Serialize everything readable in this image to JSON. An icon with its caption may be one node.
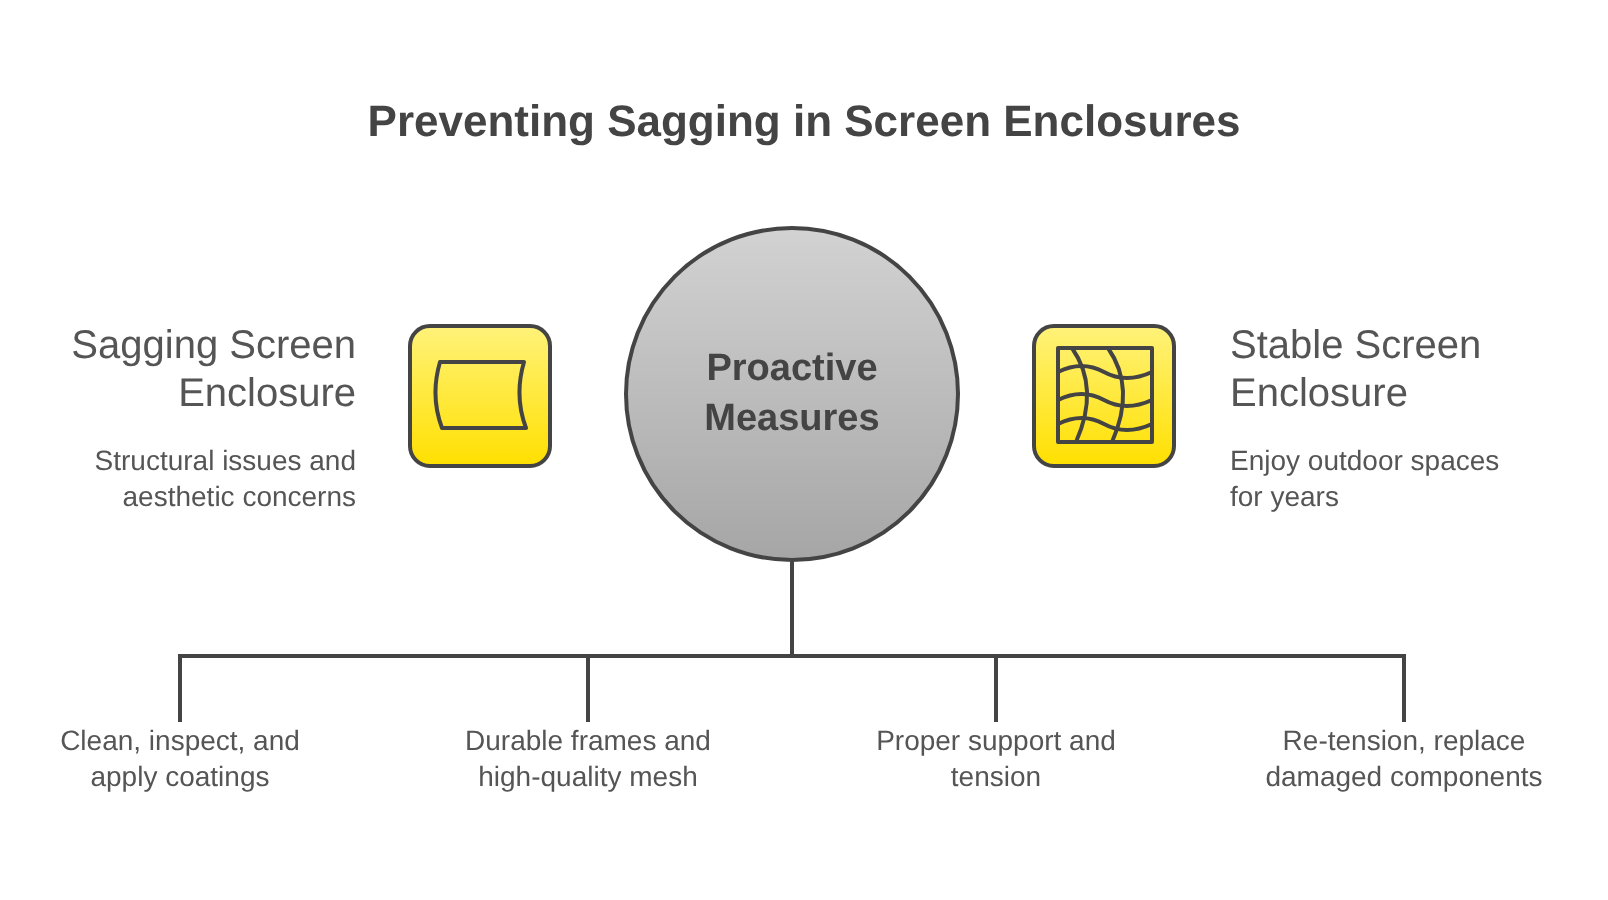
{
  "diagram": {
    "title": "Preventing Sagging in Screen Enclosures",
    "nodes": [
      {
        "text": [
          "Proactive Measures"
        ]
      },
      {
        "text": [
          "Clean, inspect, and apply coatings"
        ]
      },
      {
        "text": [
          "Durable frames and high-quality mesh"
        ]
      },
      {
        "text": [
          "Proper support and tension"
        ]
      },
      {
        "text": [
          "Re-tension, replace damaged components"
        ]
      }
    ],
    "edges": [
      {
        "from": 0,
        "to": 1,
        "arrow": "none"
      },
      {
        "from": 0,
        "to": 2,
        "arrow": "none"
      },
      {
        "from": 0,
        "to": 3,
        "arrow": "none"
      },
      {
        "from": 0,
        "to": 4,
        "arrow": "none"
      }
    ],
    "labels": [
      "Sagging Screen Enclosure",
      "Structural issues and aesthetic concerns",
      "Stable Screen Enclosure",
      "Enjoy outdoor spaces for years"
    ]
  }
}
